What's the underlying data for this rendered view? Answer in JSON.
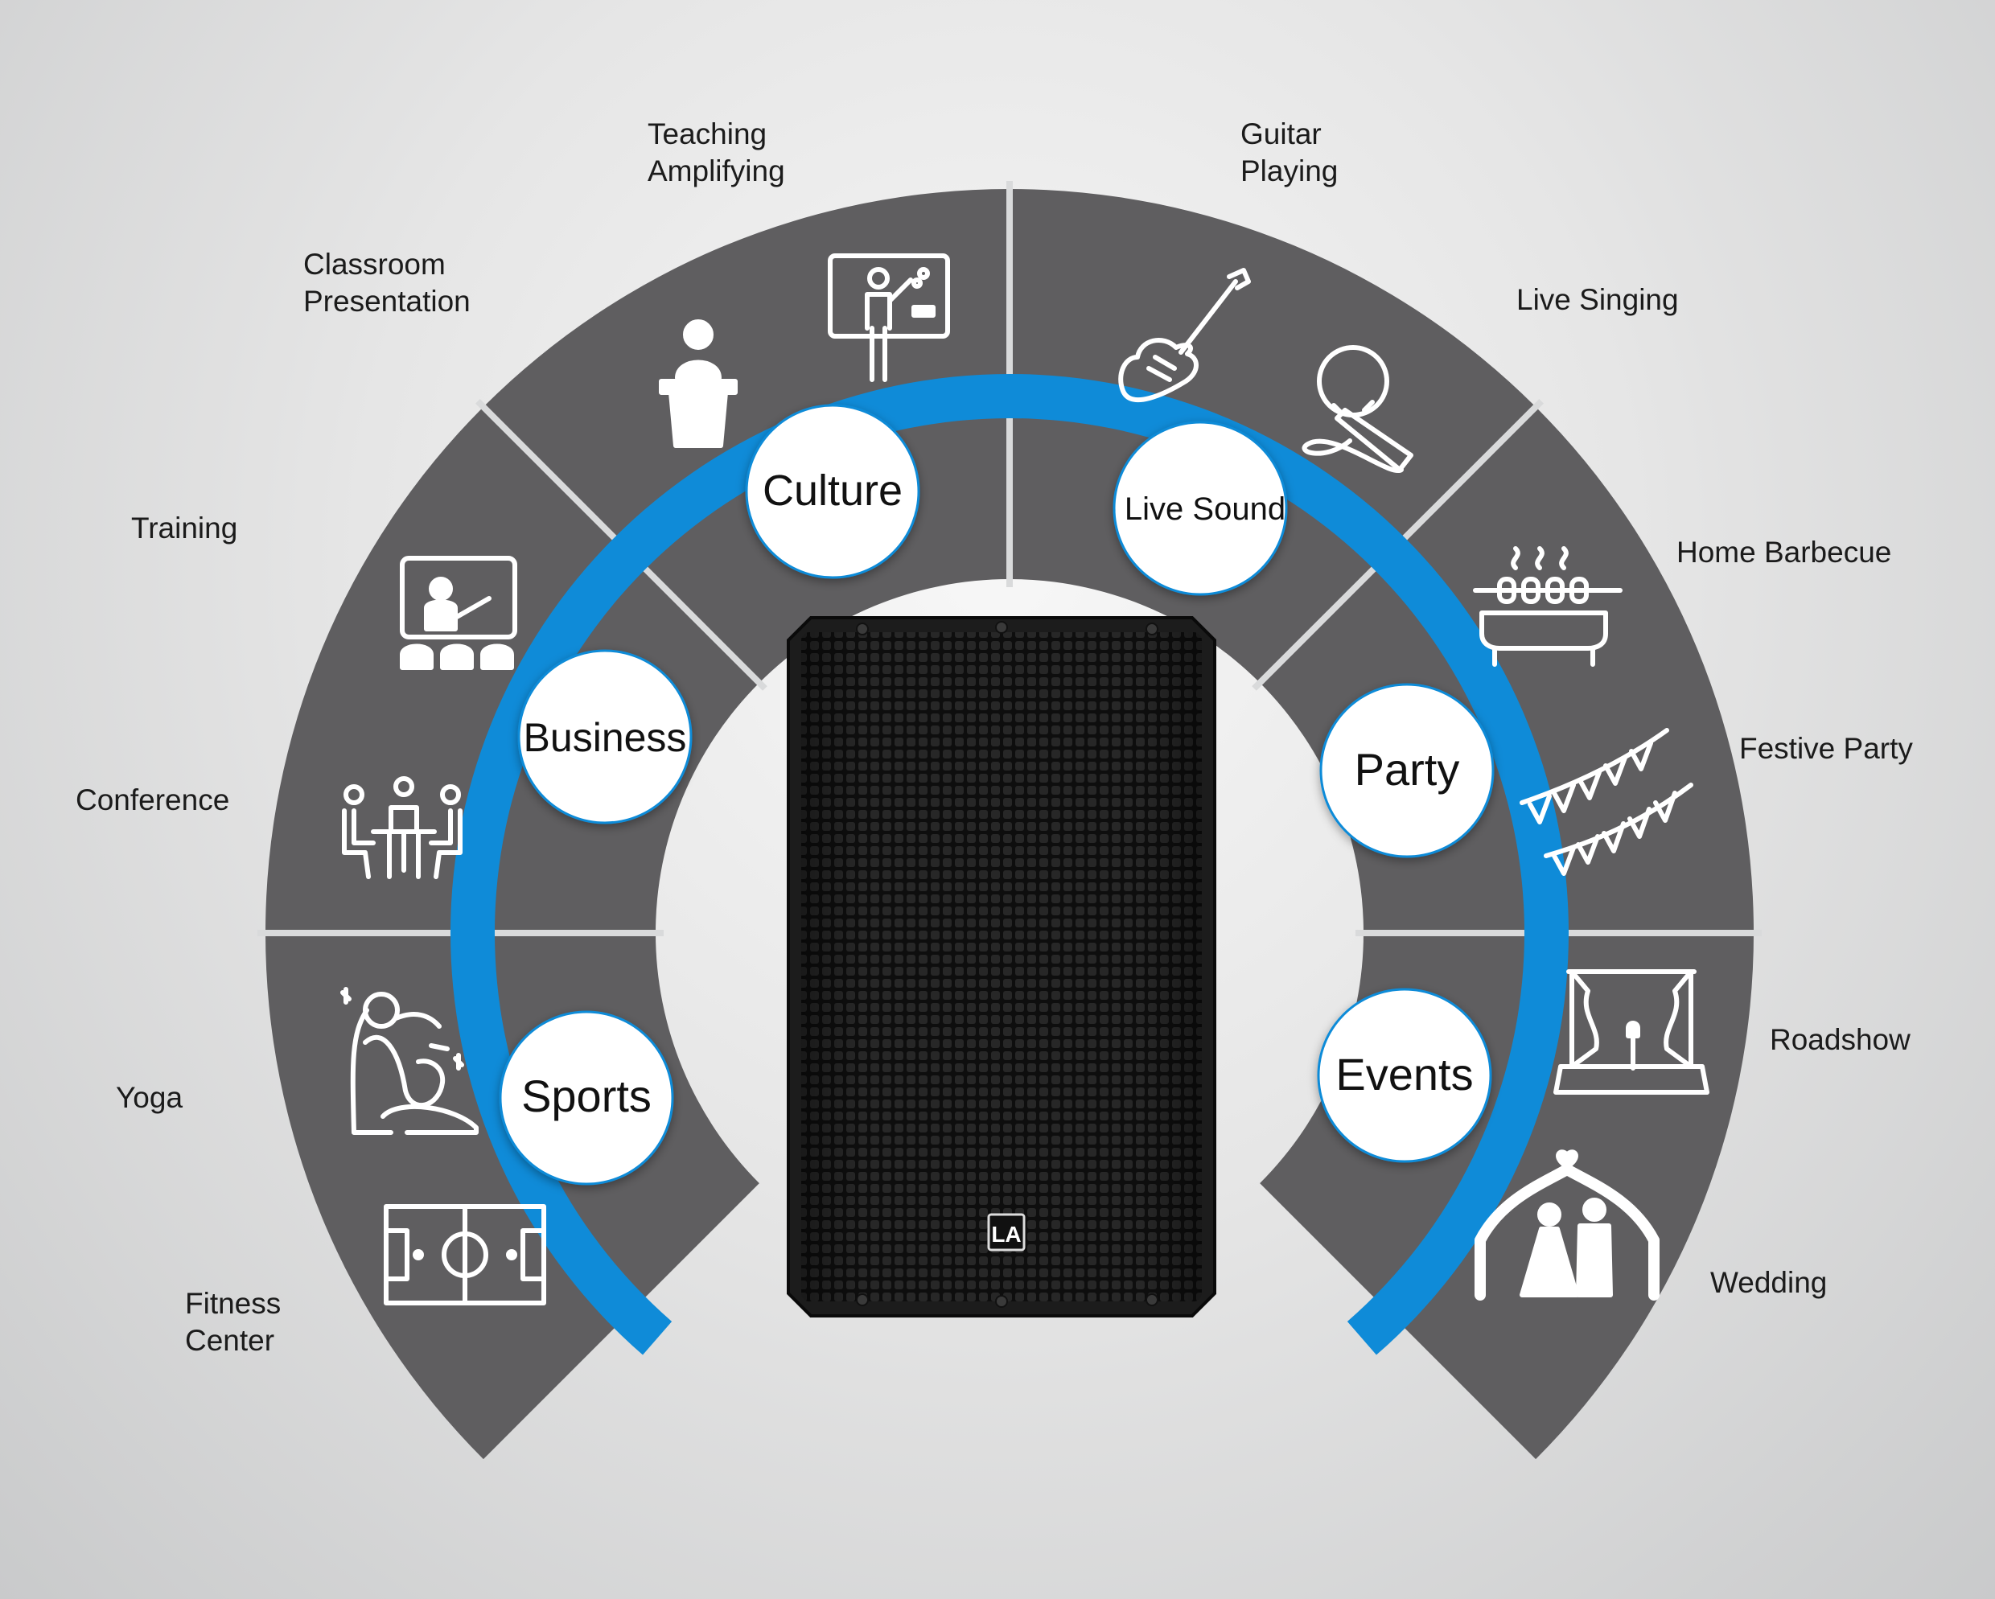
{
  "categories": {
    "culture": "Culture",
    "live_sound": "Live Sound",
    "business": "Business",
    "party": "Party",
    "sports": "Sports",
    "events": "Events"
  },
  "applications": {
    "teaching": [
      "Teaching",
      "Amplifying"
    ],
    "classroom": [
      "Classroom",
      "Presentation"
    ],
    "guitar": [
      "Guitar",
      "Playing"
    ],
    "live_singing": "Live Singing",
    "training": "Training",
    "conference": "Conference",
    "home_barbecue": "Home Barbecue",
    "festive_party": "Festive Party",
    "yoga": "Yoga",
    "fitness": [
      "Fitness",
      "Center"
    ],
    "roadshow": "Roadshow",
    "wedding": "Wedding"
  },
  "product": {
    "logo": "LA"
  },
  "colors": {
    "sector": "#5f5e60",
    "ring": "#0f8bd8",
    "divider": "#d9dadb",
    "circle": "#ffffff",
    "speaker": "#1c1c1c"
  },
  "icons": {
    "teaching": "whiteboard-teacher-icon",
    "classroom": "podium-speaker-icon",
    "guitar": "electric-guitar-icon",
    "live_singing": "microphone-icon",
    "training": "screen-presentation-icon",
    "conference": "meeting-table-icon",
    "home_barbecue": "barbecue-grill-icon",
    "festive_party": "bunting-flags-icon",
    "yoga": "yoga-pose-icon",
    "fitness": "football-field-icon",
    "roadshow": "stage-curtain-icon",
    "wedding": "wedding-couple-icon"
  }
}
